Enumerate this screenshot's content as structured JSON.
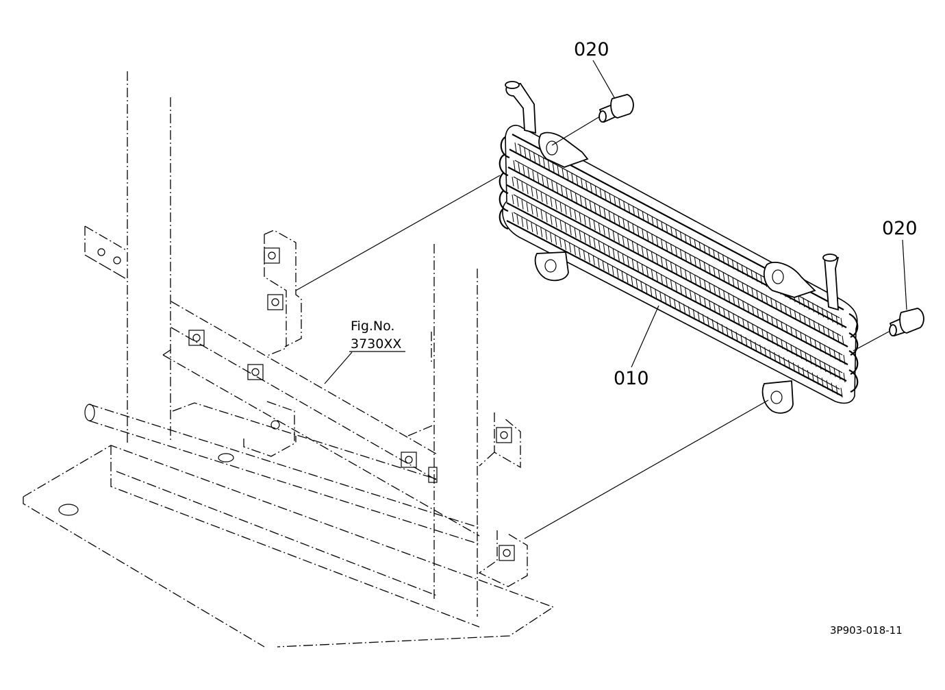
{
  "callouts": {
    "bolt_top": "020",
    "bolt_right": "020",
    "cooler": "010",
    "figure_ref_line1": "Fig.No.",
    "figure_ref_line2": "3730XX"
  },
  "drawing_code": "3P903-018-11"
}
